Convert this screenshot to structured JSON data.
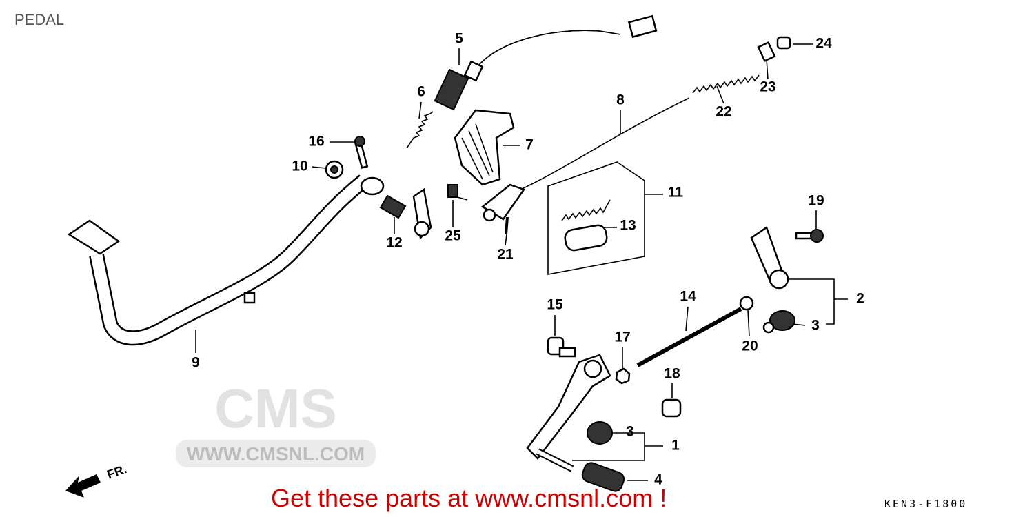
{
  "title": "PEDAL",
  "promo_text": "Get these parts at www.cmsnl.com !",
  "diagram_code": "KEN3-F1800",
  "watermark": {
    "logo": "CMS",
    "url": "WWW.CMSNL.COM"
  },
  "direction_label": "FR.",
  "callouts": [
    "1",
    "2",
    "3",
    "3",
    "4",
    "5",
    "6",
    "7",
    "8",
    "9",
    "10",
    "11",
    "12",
    "13",
    "14",
    "15",
    "16",
    "17",
    "18",
    "19",
    "20",
    "21",
    "22",
    "23",
    "24",
    "25"
  ],
  "colors": {
    "promo": "#cc0000",
    "title": "#555555"
  }
}
